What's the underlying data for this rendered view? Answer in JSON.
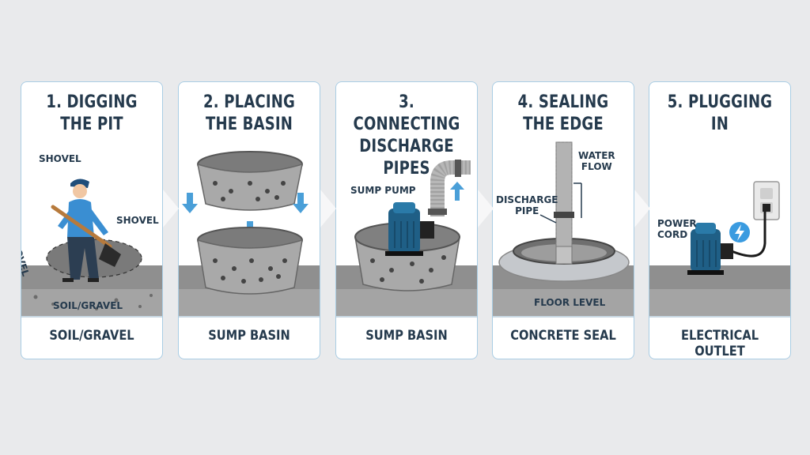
{
  "steps": [
    {
      "title_lines": [
        "1. DIGGING",
        "THE PIT"
      ],
      "labels": [
        "SHOVEL",
        "SHOVEL",
        "SHOVEL",
        "SOIL/GRAVEL"
      ],
      "caption": "SOIL/GRAVEL"
    },
    {
      "title_lines": [
        "2. PLACING",
        "THE BASIN"
      ],
      "labels": [],
      "caption": "SUMP BASIN"
    },
    {
      "title_lines": [
        "3. CONNECTING",
        "DISCHARGE",
        "PIPES"
      ],
      "labels": [
        "SUMP PUMP"
      ],
      "caption": "SUMP BASIN"
    },
    {
      "title_lines": [
        "4. SEALING",
        "THE EDGE"
      ],
      "labels": [
        "WATER",
        "FLOW",
        "DISCHARGE",
        "PIPE",
        "FLOOR LEVEL"
      ],
      "caption": "CONCRETE SEAL"
    },
    {
      "title_lines": [
        "5. PLUGGING IN"
      ],
      "labels": [
        "POWER",
        "CORD"
      ],
      "caption": "ELECTRICAL OUTLET"
    }
  ],
  "colors": {
    "accent_blue": "#4a9fd8",
    "pump_blue": "#1f5f86",
    "text": "#253a4d",
    "ground": "#8d8d8d",
    "panel_border": "#a9cde4"
  },
  "icons": [
    "shovel-icon",
    "person-icon",
    "basin-icon",
    "arrow-down-icon",
    "pump-icon",
    "pipe-icon",
    "outlet-icon",
    "lightning-icon"
  ]
}
